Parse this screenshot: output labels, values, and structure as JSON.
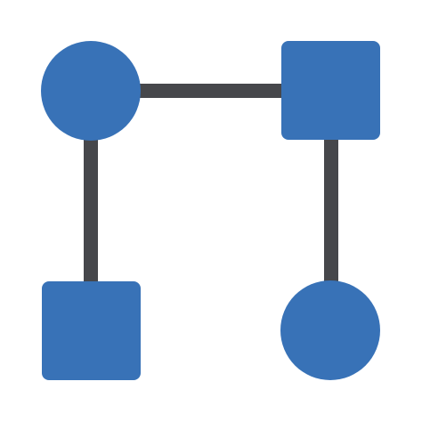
{
  "icon": {
    "name": "network-structure-icon",
    "colors": {
      "node_fill": "#3872B7",
      "connector": "#46474B",
      "background": "#FFFFFF"
    },
    "nodes": [
      {
        "name": "circle-node-top-left",
        "shape": "circle"
      },
      {
        "name": "square-node-top-right",
        "shape": "square"
      },
      {
        "name": "square-node-bottom-left",
        "shape": "square"
      },
      {
        "name": "circle-node-bottom-right",
        "shape": "circle"
      }
    ],
    "connectors": [
      {
        "name": "connector-top-horizontal",
        "from": "circle-node-top-left",
        "to": "square-node-top-right"
      },
      {
        "name": "connector-left-vertical",
        "from": "circle-node-top-left",
        "to": "square-node-bottom-left"
      },
      {
        "name": "connector-right-vertical",
        "from": "square-node-top-right",
        "to": "circle-node-bottom-right"
      }
    ]
  }
}
